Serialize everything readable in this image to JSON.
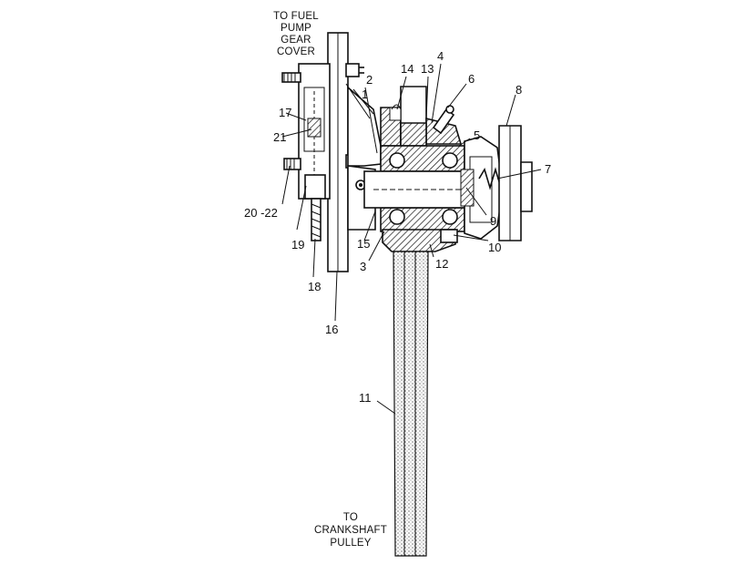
{
  "notes": {
    "top_line1": "TO FUEL",
    "top_line2": "PUMP",
    "top_line3": "GEAR",
    "top_line4": "COVER",
    "bottom_line1": "TO",
    "bottom_line2": "CRANKSHAFT",
    "bottom_line3": "PULLEY"
  },
  "callouts": {
    "c1": "1",
    "c2": "2",
    "c3": "3",
    "c4": "4",
    "c5": "5",
    "c6": "6",
    "c7": "7",
    "c8": "8",
    "c9": "9",
    "c10": "10",
    "c11": "11",
    "c12": "12",
    "c13": "13",
    "c14": "14",
    "c15": "15",
    "c16": "16",
    "c17": "17",
    "c18": "18",
    "c19": "19",
    "c20_22": "20 -22",
    "c21": "21"
  },
  "colors": {
    "ink": "#111111",
    "paper": "#ffffff"
  }
}
